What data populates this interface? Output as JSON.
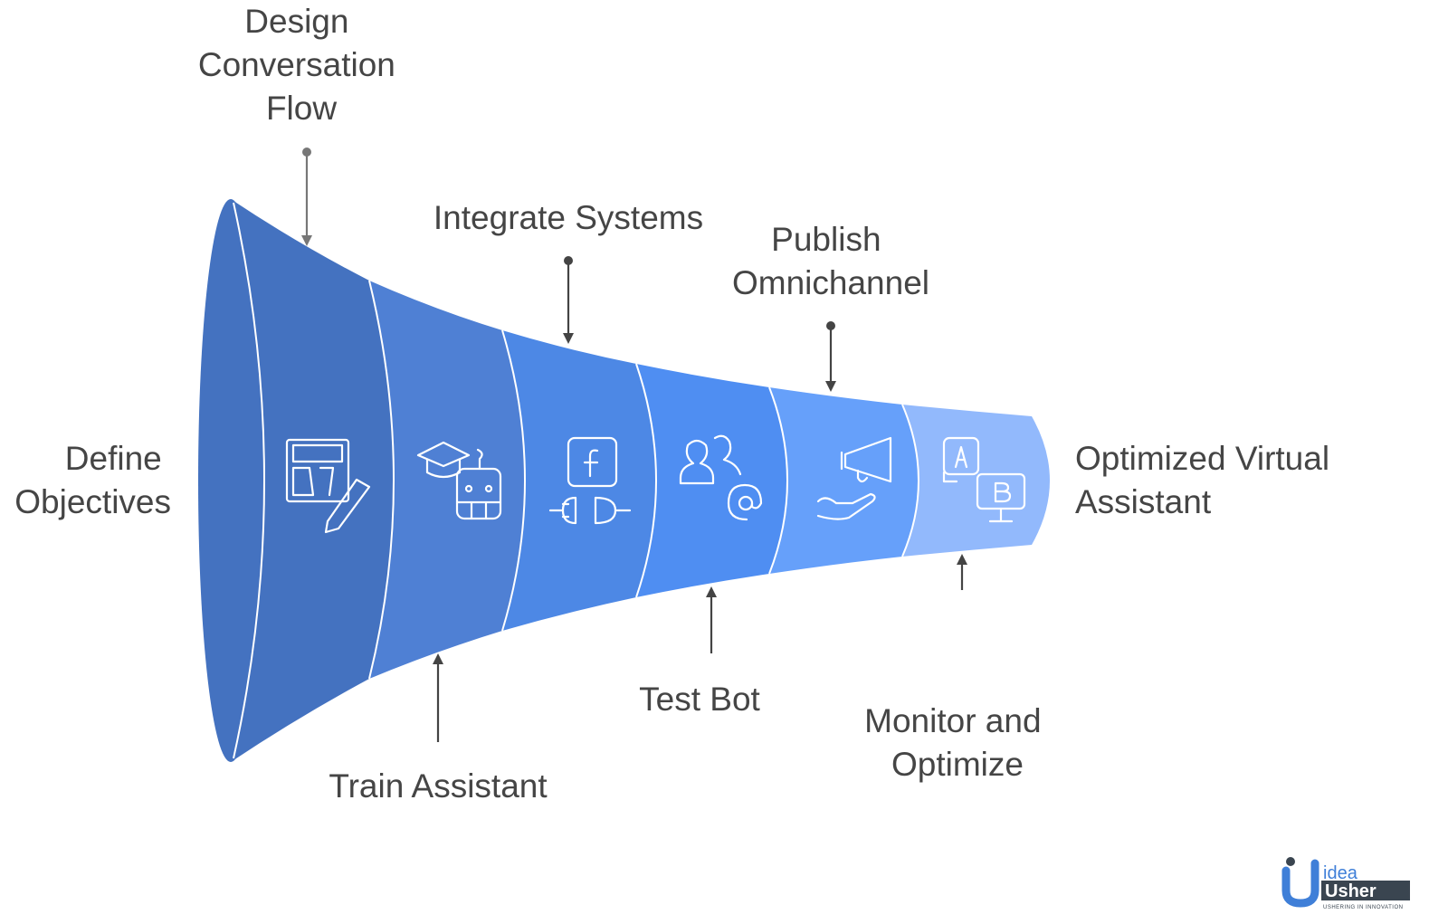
{
  "diagram": {
    "type": "funnel",
    "stages": [
      {
        "label_lines": [
          "Design",
          "Conversation",
          "Flow"
        ],
        "icon": "layout-pencil-icon",
        "color": "#4472C0"
      },
      {
        "label_lines": [
          "Train Assistant"
        ],
        "icon": "graduation-robot-icon",
        "color": "#4F80D4"
      },
      {
        "label_lines": [
          "Integrate Systems"
        ],
        "icon": "facebook-plug-icon",
        "color": "#4D88E5"
      },
      {
        "label_lines": [
          "Test Bot"
        ],
        "icon": "users-at-icon",
        "color": "#4F8EF2"
      },
      {
        "label_lines": [
          "Publish",
          "Omnichannel"
        ],
        "icon": "megaphone-hand-icon",
        "color": "#66A0FA"
      },
      {
        "label_lines": [
          "Monitor and",
          "Optimize"
        ],
        "icon": "ab-test-icon",
        "color": "#92B9FC"
      }
    ],
    "input_label": [
      "Define",
      "Objectives"
    ],
    "output_label": [
      "Optimized Virtual",
      "Assistant"
    ],
    "text_color": "#454545"
  },
  "logo": {
    "word1": "idea",
    "word2": "Usher",
    "tagline": "USHERING IN INNOVATION"
  }
}
